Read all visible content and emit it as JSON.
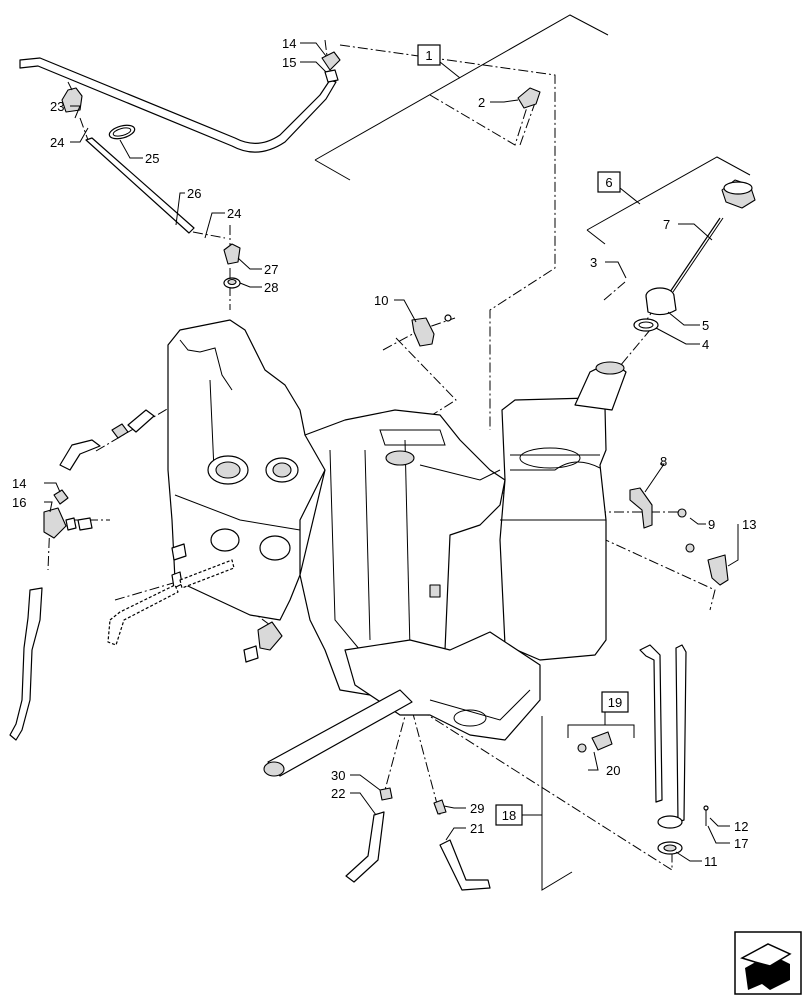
{
  "callouts": {
    "c1": "1",
    "c2": "2",
    "c3": "3",
    "c4": "4",
    "c5": "5",
    "c6": "6",
    "c7": "7",
    "c8": "8",
    "c9": "9",
    "c10": "10",
    "c11": "11",
    "c12": "12",
    "c13": "13",
    "c14a": "14",
    "c14b": "14",
    "c15": "15",
    "c16": "16",
    "c17": "17",
    "c18": "18",
    "c19": "19",
    "c20": "20",
    "c21": "21",
    "c22": "22",
    "c23": "23",
    "c24a": "24",
    "c24b": "24",
    "c25": "25",
    "c26": "26",
    "c27": "27",
    "c28": "28",
    "c29": "29",
    "c30": "30"
  },
  "icons": {
    "corner": "next-page-arrow-icon"
  }
}
